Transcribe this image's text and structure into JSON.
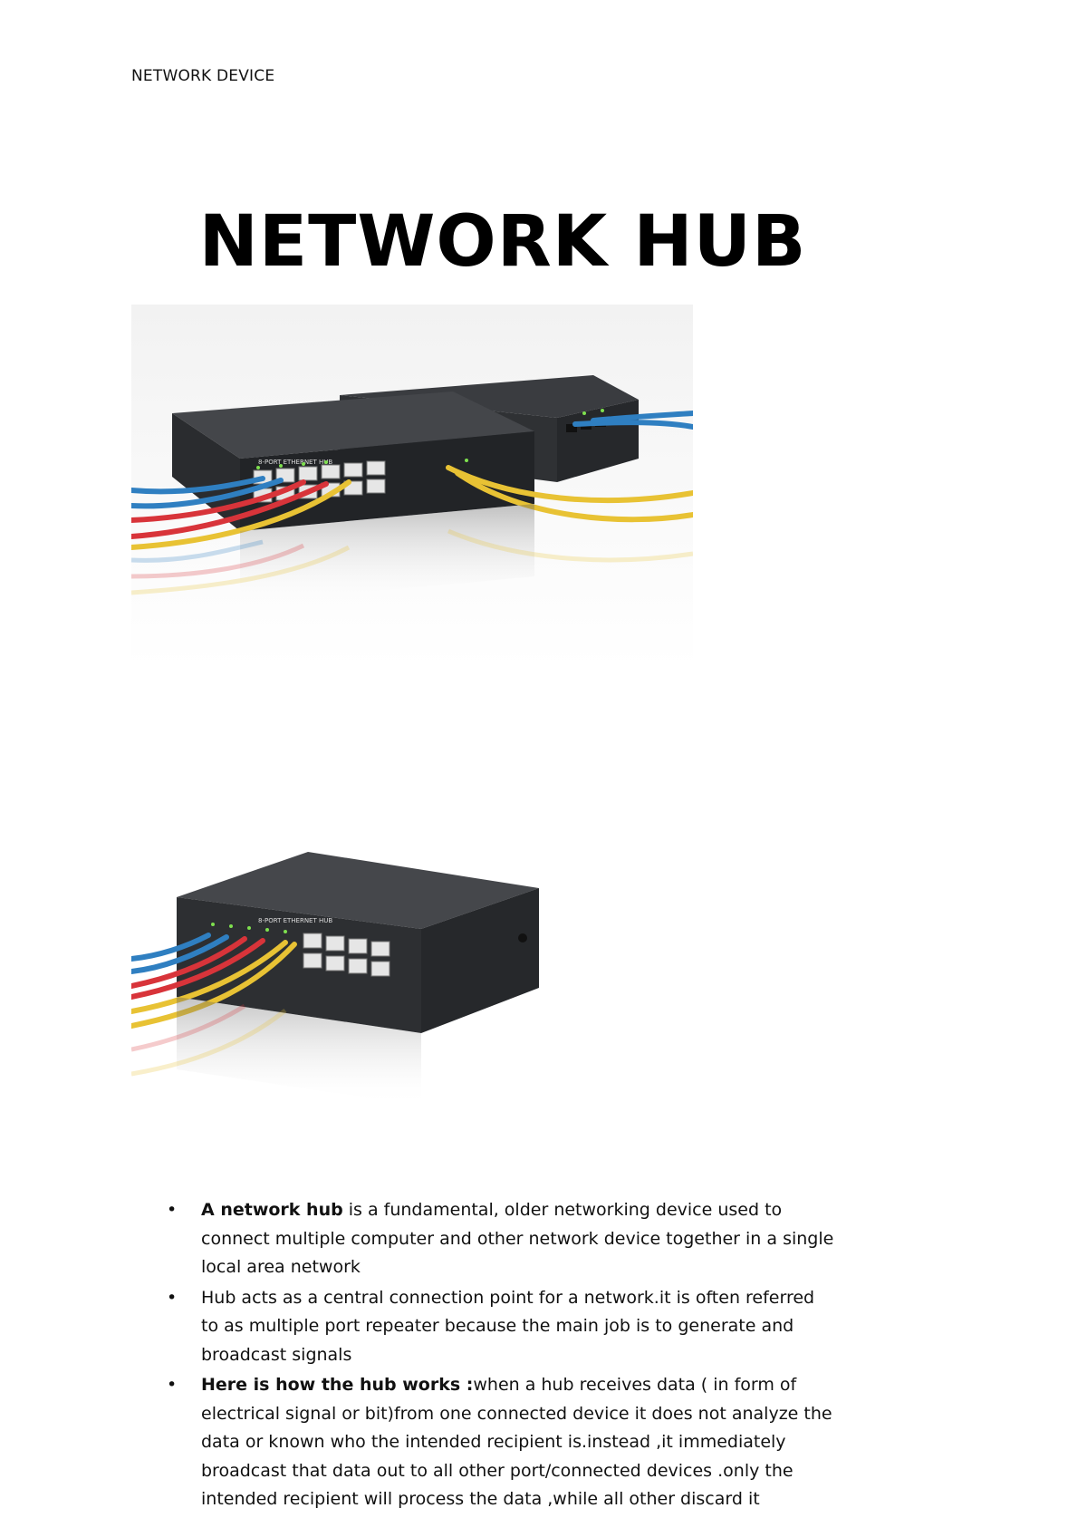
{
  "header": {
    "running_title": "NETWORK DEVICE"
  },
  "title": "NETWORK HUB",
  "images": {
    "photo1": {
      "device_label": "8-PORT ETHERNET HUB"
    },
    "photo2": {
      "device_label": "8-PORT ETHERNET HUB"
    }
  },
  "bullets": [
    {
      "bold": "A network hub",
      "text": " is a fundamental, older networking device used to connect multiple computer and other network device together in a single local area network"
    },
    {
      "bold": "",
      "text": "Hub acts as a central connection point for a network.it is often referred to as multiple port repeater because the main job is to generate and broadcast signals"
    },
    {
      "bold": "Here is how  the hub works :",
      "text": "when a hub receives data ( in form of electrical signal or bit)from one connected device it does not analyze the data or known who the intended recipient is.instead ,it immediately broadcast that data out to all other port/connected devices .only the intended recipient will process the data ,while all other discard it"
    }
  ],
  "colors": {
    "cable_blue": "#2f7fc1",
    "cable_red": "#d8343a",
    "cable_yellow": "#e8c234",
    "device_body": "#2b2d30"
  }
}
